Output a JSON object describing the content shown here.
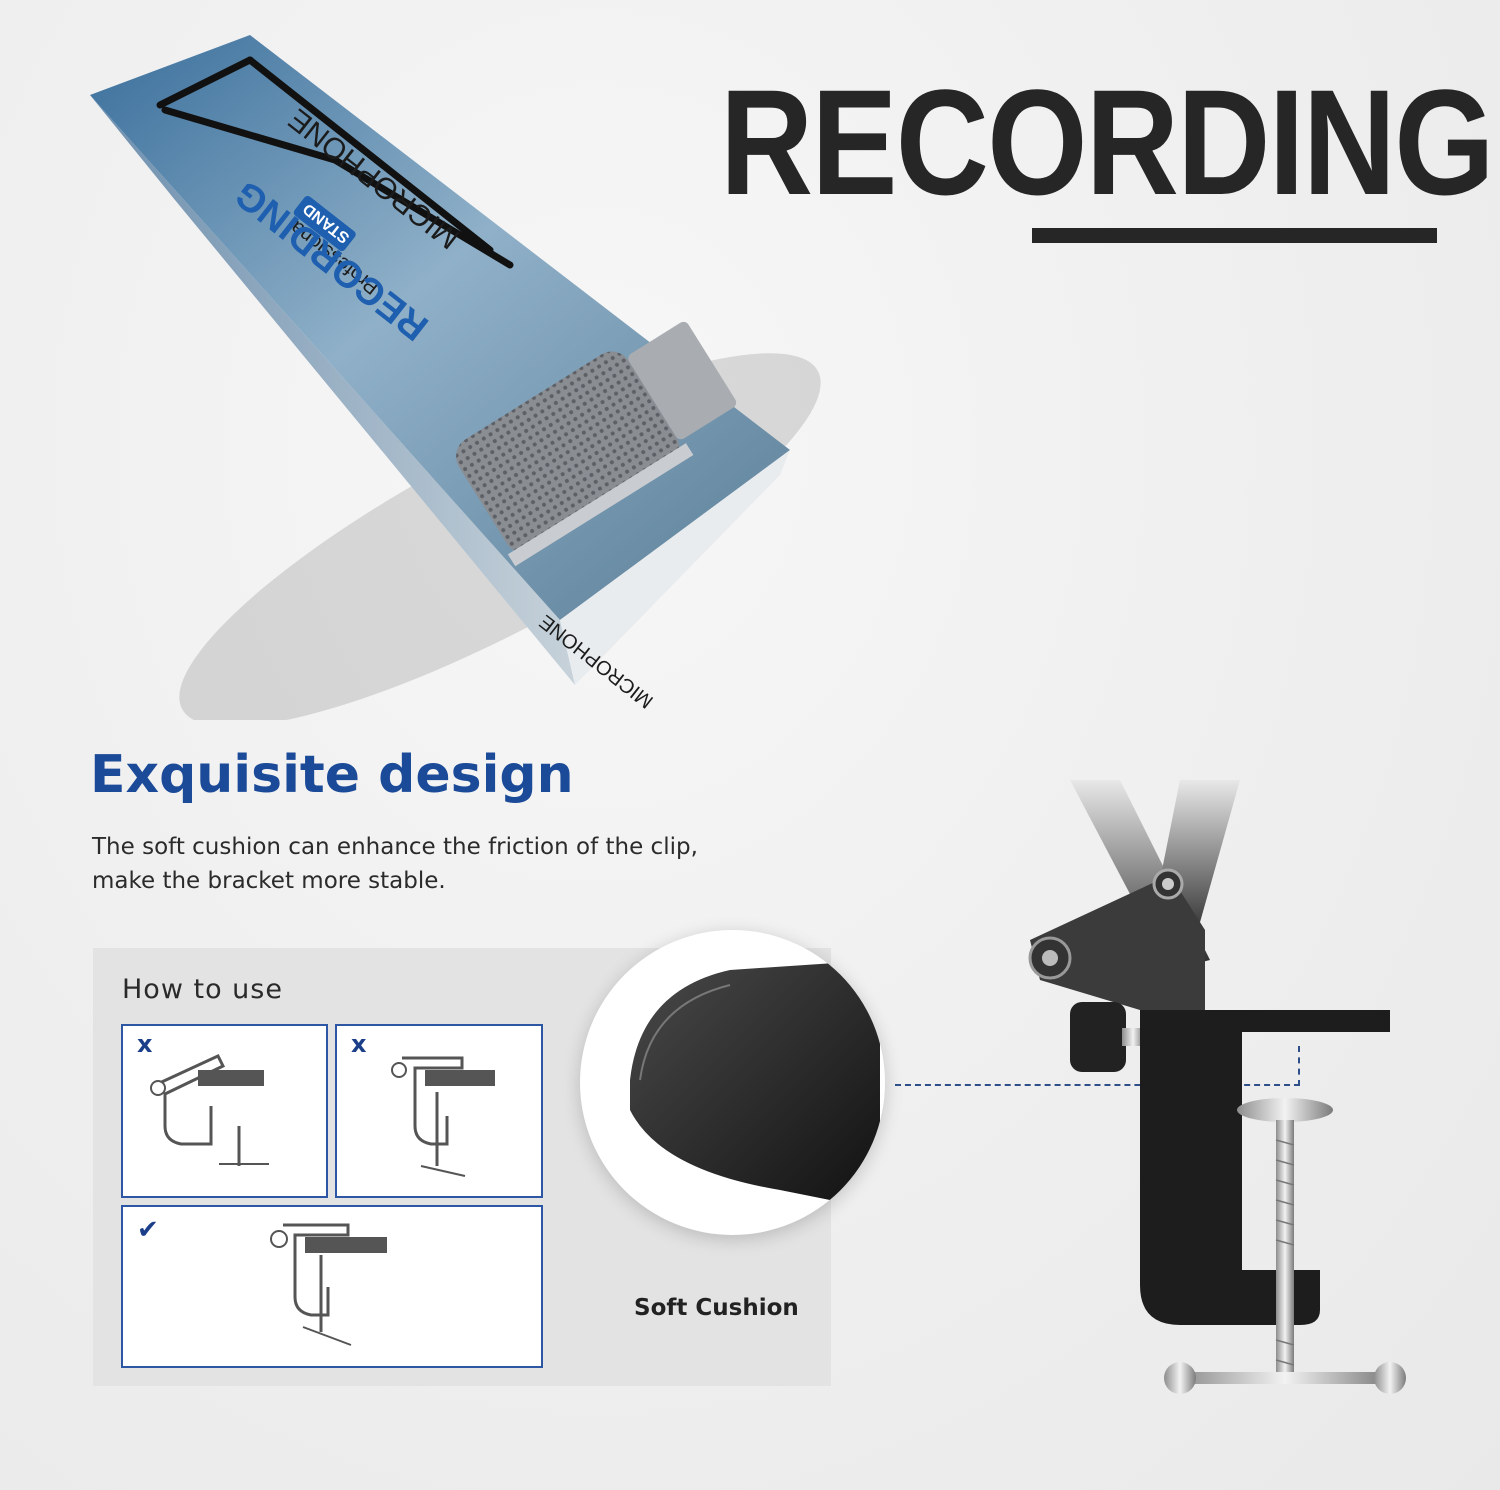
{
  "headline": {
    "text": "RECORDING"
  },
  "product_box": {
    "brand_line_1": "Professional",
    "brand_line_2": "RECORDING",
    "brand_line_3": "MICROPHONE",
    "badge": "STAND",
    "side_text": "MICROPHONE"
  },
  "section": {
    "title": "Exquisite design",
    "description_line_1": "The soft cushion can enhance the friction of the clip,",
    "description_line_2": "make the bracket more stable."
  },
  "usage": {
    "title": "How to use",
    "wrong_mark": "x",
    "correct_mark": "✔"
  },
  "cushion": {
    "label": "Soft Cushion"
  },
  "colors": {
    "accent_blue": "#1a4a98",
    "dark_text": "#262626",
    "panel_gray": "#e3e3e3"
  }
}
